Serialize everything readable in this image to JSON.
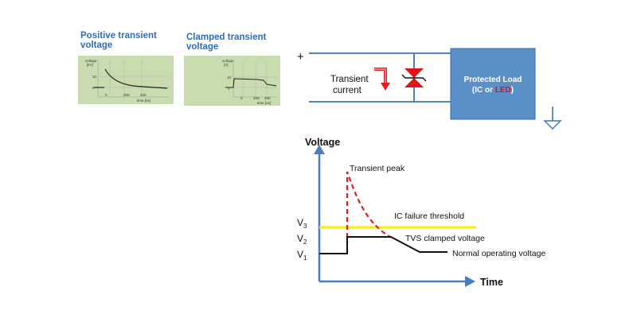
{
  "thumb_left": {
    "caption": "Positive transient voltage",
    "ylabel_line1": "voltage",
    "ylabel_line2": "[kV]",
    "yticks": [
      "10",
      "0"
    ],
    "xticks": [
      "0",
      "200",
      "400"
    ],
    "xlabel": "time [ns]"
  },
  "thumb_right": {
    "caption": "Clamped transient voltage",
    "ylabel_line1": "voltage",
    "ylabel_line2": "[V]",
    "yticks": [
      "10",
      "0"
    ],
    "xticks": [
      "0",
      "200",
      "400"
    ],
    "xlabel": "time [ns]"
  },
  "circuit": {
    "plus_sign": "+",
    "current_label_line1": "Transient",
    "current_label_line2": "current",
    "load_title": "Protected Load",
    "load_sub_prefix": "(IC or ",
    "load_sub_highlight": "LED",
    "load_sub_suffix": ")",
    "colors": {
      "wire": "#3a74b8",
      "load_fill": "#5b8fc8",
      "diode": "#e01414",
      "led_text": "#e01414",
      "arrow": "#e02020"
    }
  },
  "graph": {
    "y_axis_label": "Voltage",
    "x_axis_label": "Time",
    "v3_letter": "V",
    "v3_sub": "3",
    "v2_letter": "V",
    "v2_sub": "2",
    "v1_letter": "V",
    "v1_sub": "1",
    "label_transient_peak": "Transient peak",
    "label_ic_threshold": "IC failure threshold",
    "label_tvs_clamped": "TVS clamped voltage",
    "label_normal_voltage": "Normal operating voltage",
    "colors": {
      "axis": "#4a7cc0",
      "threshold": "#f5f000",
      "peak": "#e02020",
      "trace": "#111111"
    }
  }
}
